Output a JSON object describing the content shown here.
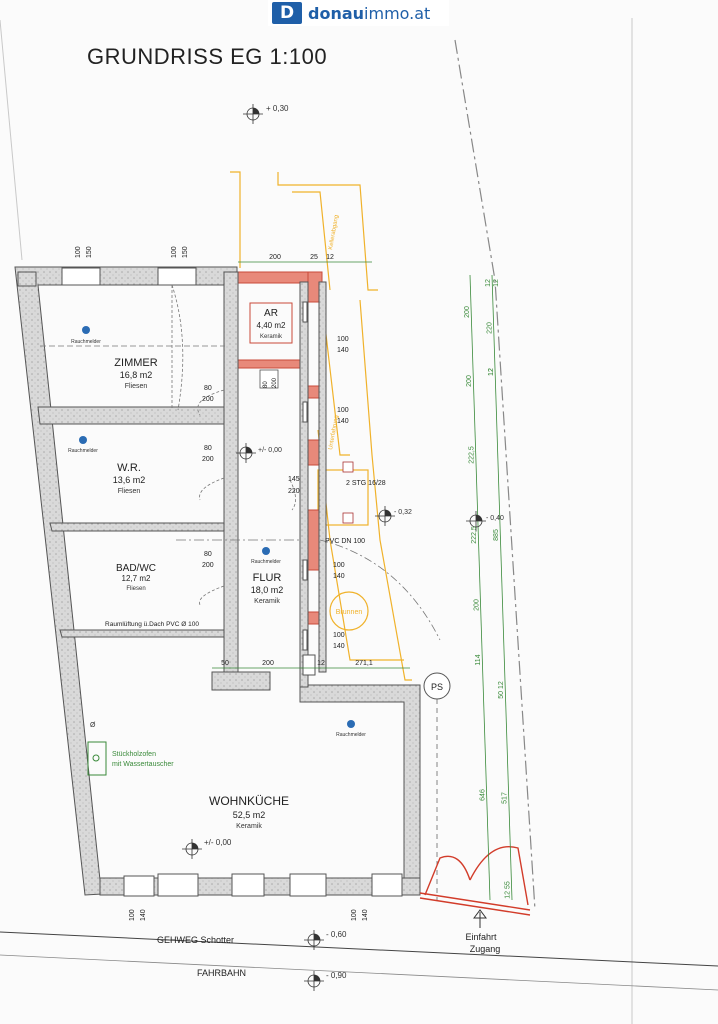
{
  "brand": {
    "mark": "D",
    "name_bold": "donau",
    "name_thin": "immo.at"
  },
  "title": "GRUNDRISS EG 1:100",
  "levels": {
    "top": "+ 0,30",
    "flur": "+/- 0,00",
    "stg": "- 0,32",
    "outside": "- 0,40",
    "kitchen": "+/- 0,00",
    "gehweg": "- 0,60",
    "fahrbahn": "- 0,90"
  },
  "rooms": {
    "ar": {
      "name": "AR",
      "area": "4,40 m2",
      "floor": "Keramik"
    },
    "zimmer": {
      "name": "ZIMMER",
      "area": "16,8 m2",
      "floor": "Fliesen"
    },
    "wr": {
      "name": "W.R.",
      "area": "13,6 m2",
      "floor": "Fliesen"
    },
    "bad": {
      "name": "BAD/WC",
      "area": "12,7 m2",
      "floor": "Fliesen"
    },
    "flur": {
      "name": "FLUR",
      "area": "18,0 m2",
      "floor": "Keramik"
    },
    "kueche": {
      "name": "WOHNKÜCHE",
      "area": "52,5 m2",
      "floor": "Keramik"
    }
  },
  "labels": {
    "smoke": "Rauchmelder",
    "stairs": "2 STG 16/28",
    "pvc": "PVC DN 100",
    "ventilation": "Raumlüftung ü.Dach PVC Ø 100",
    "stove_line1": "Stückholzofen",
    "stove_line2": "mit Wassertauscher",
    "ps": "PS",
    "gehweg": "GEHWEG Schotter",
    "fahrbahn": "FAHRBAHN",
    "entrance_line1": "Einfahrt",
    "entrance_line2": "Zugang",
    "kellerabgang": "Kellerabgang",
    "unterbau": "Unterfahrung",
    "brunnen": "Brunnen",
    "chimney": "Ø"
  },
  "doors": {
    "d1_w": "80",
    "d1_h": "200",
    "d2_w": "80",
    "d2_h": "200",
    "d3_w": "80",
    "d3_h": "200",
    "d4_w": "145",
    "d4_h": "220",
    "d5_w": "80",
    "d5_h": "200"
  },
  "windows": {
    "w1_w": "100",
    "w1_h": "140",
    "w2_w": "100",
    "w2_h": "140",
    "w3_w": "100",
    "w3_h": "140",
    "w4_w": "100",
    "w4_h": "140"
  },
  "dims_top": {
    "left_a": "100",
    "left_b": "150",
    "mid_a": "100",
    "mid_b": "150",
    "span_a": "200",
    "span_b": "25",
    "span_c": "12"
  },
  "dims_flur": {
    "a": "50",
    "b": "200",
    "c": "12",
    "d": "271,1"
  },
  "dims_bottom": {
    "a": "100",
    "b": "140",
    "c": "100",
    "d": "140"
  },
  "dims_right": {
    "col1": [
      "200",
      "200",
      "222,5",
      "222,5",
      "200",
      "114",
      "646"
    ],
    "col2": [
      "12",
      "220",
      "12",
      "885",
      "50 12",
      "517",
      "12 55"
    ],
    "top_a": "12",
    "top_b": "12"
  }
}
